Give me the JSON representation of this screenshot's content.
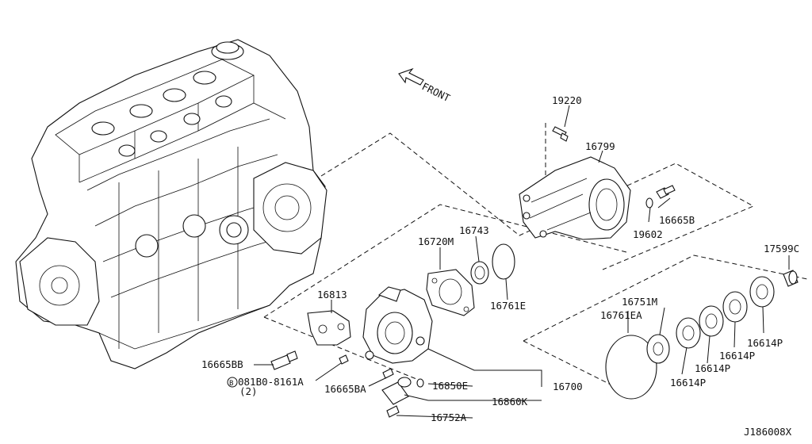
{
  "diagram": {
    "front_arrow_label": "FRONT",
    "drawing_id": "J186008X",
    "parts": {
      "p19220": "19220",
      "p16799": "16799",
      "p16665B": "16665B",
      "p19602": "19602",
      "p16743": "16743",
      "p16720M": "16720M",
      "p16761E": "16761E",
      "p17599C": "17599C",
      "p16751M": "16751M",
      "p16761EA": "16761EA",
      "p16614P_1": "16614P",
      "p16614P_2": "16614P",
      "p16614P_3": "16614P",
      "p16614P_4": "16614P",
      "p16813": "16813",
      "p16665BB": "16665BB",
      "p081B0": "081B0-8161A",
      "p081B0_qty": "(2)",
      "p081B0_prefix": "B",
      "p16665BA": "16665BA",
      "p16850E": "16850E",
      "p16860K": "16860K",
      "p16752A": "16752A",
      "p16700": "16700"
    }
  }
}
